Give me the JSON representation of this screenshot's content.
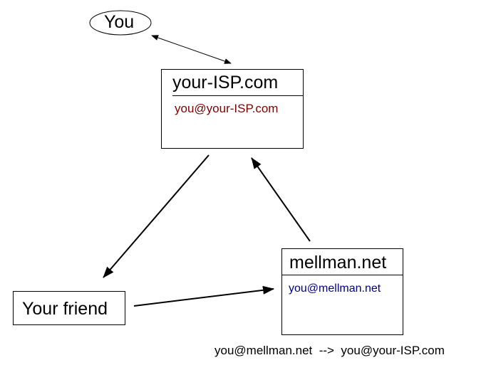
{
  "nodes": {
    "you": "You",
    "isp": {
      "title": "your-ISP.com",
      "address": "you@your-ISP.com"
    },
    "mellman": {
      "title": "mellman.net",
      "address": "you@mellman.net"
    },
    "friend": "Your friend"
  },
  "forwarding_note": "you@mellman.net  -->  you@your-ISP.com",
  "colors": {
    "isp_address": "#800000",
    "mellman_address": "#000080"
  }
}
